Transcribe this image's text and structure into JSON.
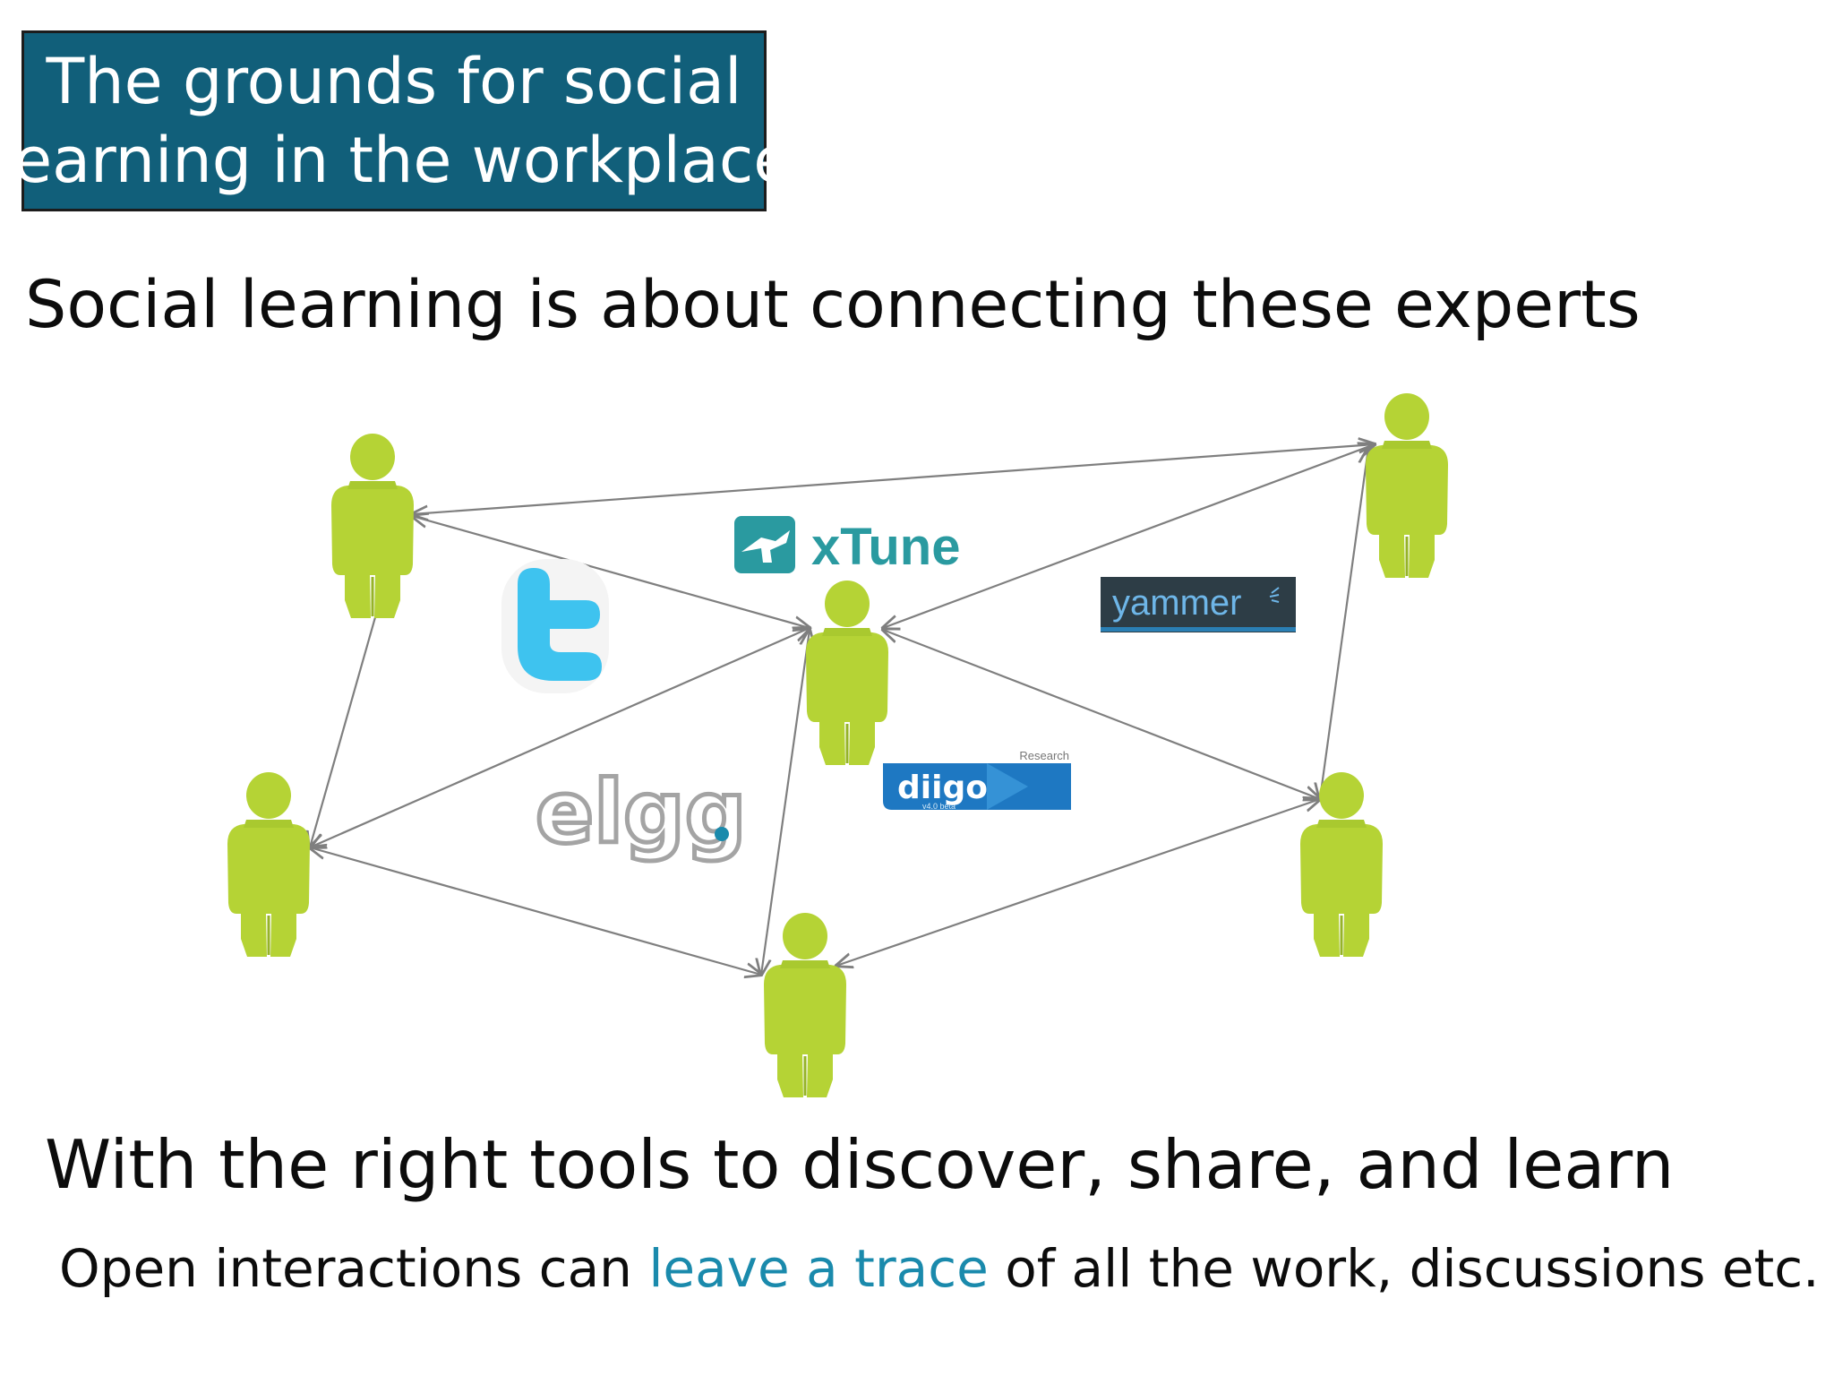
{
  "title": {
    "line1": "The grounds for social",
    "line2": "learning in the workplace"
  },
  "subtitle": "Social learning is about connecting these experts",
  "logos": {
    "xtune": "xTune",
    "yammer": "yammer",
    "elgg": "elgg",
    "diigo": "diigo",
    "diigo_tag": "Research",
    "diigo_version": "v4.0 beta"
  },
  "footer": {
    "tools_line": "With the right tools to discover, share, and learn",
    "open_prefix": "Open interactions can ",
    "open_highlight": "leave a trace",
    "open_suffix": " of all the work, discussions etc."
  },
  "colors": {
    "title_bg": "#115f7a",
    "figure_green": "#b5d335",
    "highlight": "#1a8aac",
    "twitter_blue": "#3ec3ef",
    "xtune_teal": "#2a9aa0",
    "connector_gray": "#7f7f7f"
  }
}
